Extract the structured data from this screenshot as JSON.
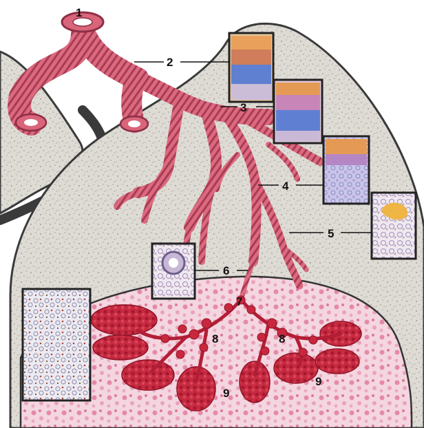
{
  "figure": {
    "labels": {
      "l1": "1",
      "l2": "2",
      "l3": "3",
      "l4": "4",
      "l5": "5",
      "l6": "6",
      "l7": "7",
      "l8a": "8",
      "l8b": "8",
      "l9a": "9",
      "l9b": "9"
    }
  },
  "colors": {
    "lung": "#dedbd5",
    "lung_outline": "#3a3a3a",
    "bronchus": "#d9657a",
    "bronchus_dark": "#8e2e45",
    "alveoli": "#c8283e",
    "acinus_bg": "#f3d3de",
    "acinus_dot": "#e07fa0"
  }
}
